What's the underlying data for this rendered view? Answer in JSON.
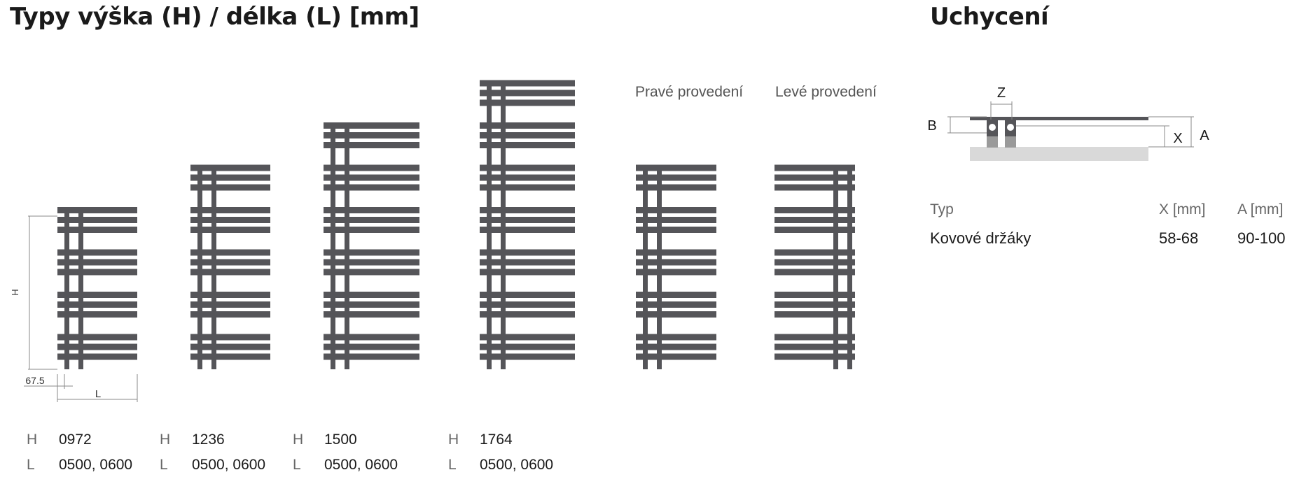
{
  "left_title": "Typy výška (H) / délka (L) [mm]",
  "right_title": "Uchycení",
  "colors": {
    "radiator": "#555559",
    "line": "#888888",
    "wall": "#d9d9d9",
    "bracket": "#9a9a9a"
  },
  "diagram_labels": {
    "h": "H",
    "l": "L",
    "offset": "67.5"
  },
  "variants": {
    "right": "Pravé provedení",
    "left": "Levé provedení"
  },
  "types": [
    {
      "h_label": "H",
      "h": "0972",
      "l_label": "L",
      "l": "0500, 0600"
    },
    {
      "h_label": "H",
      "h": "1236",
      "l_label": "L",
      "l": "0500, 0600"
    },
    {
      "h_label": "H",
      "h": "1500",
      "l_label": "L",
      "l": "0500, 0600"
    },
    {
      "h_label": "H",
      "h": "1764",
      "l_label": "L",
      "l": "0500, 0600"
    }
  ],
  "mount_diagram": {
    "z": "Z",
    "b": "B",
    "x": "X",
    "a": "A"
  },
  "mount_table": {
    "headers": [
      "Typ",
      "X [mm]",
      "A [mm]"
    ],
    "rows": [
      [
        "Kovové držáky",
        "58-68",
        "90-100"
      ]
    ]
  }
}
